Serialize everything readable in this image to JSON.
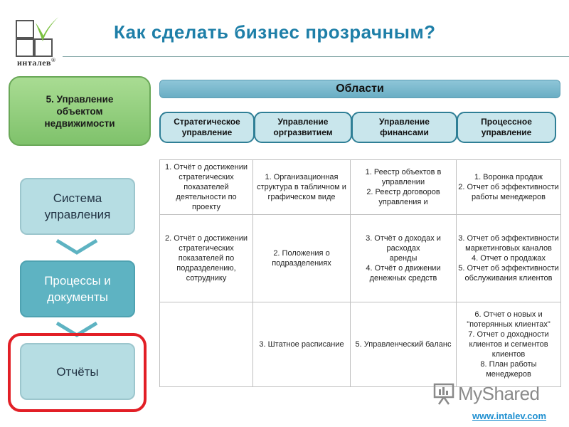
{
  "header": {
    "logo_text": "инталев",
    "registered": "®",
    "title": "Как сделать бизнес прозрачным?"
  },
  "left": {
    "focus": "5. Управление объектом недвижимости",
    "stages": [
      "Система управления",
      "Процессы и документы",
      "Отчёты"
    ]
  },
  "areas": {
    "title": "Области",
    "tabs": [
      "Стратегическое управление",
      "Управление оргразвитием",
      "Управление финансами",
      "Процессное управление"
    ]
  },
  "table": {
    "rows": [
      [
        [
          "1. Отчёт о достижении стратегических показателей деятельности по проекту"
        ],
        [
          "1. Организационная структура в табличном и графическом виде"
        ],
        [
          "1. Реестр объектов в управлении",
          "2. Реестр договоров управления и"
        ],
        [
          "1. Воронка продаж",
          "2. Отчет об эффективности работы менеджеров"
        ]
      ],
      [
        [
          "2.  Отчёт о достижении стратегических показателей по подразделению, сотруднику"
        ],
        [
          "2. Положения о подразделениях"
        ],
        [
          "3. Отчёт о доходах и расходах",
          "аренды",
          "4. Отчёт о движении денежных средств"
        ],
        [
          "3. Отчет об эффективности маркетинговых каналов",
          "4. Отчет о продажах",
          "5. Отчет об эффективности обслуживания клиентов"
        ]
      ],
      [
        [],
        [
          "3. Штатное расписание"
        ],
        [
          "5. Управленческий баланс"
        ],
        [
          "6. Отчет о новых и \"потерянных клиентах\"",
          "7. Отчет о доходности клиентов и сегментов клиентов",
          "8. План работы менеджеров"
        ]
      ]
    ]
  },
  "footer": {
    "watermark": "MyShared",
    "site": "www.intalev.com"
  },
  "colors": {
    "title": "#1e7fa8",
    "focus_green": "#8fcc78",
    "stage_light": "#b6dde3",
    "stage_dark": "#5eb3c2",
    "tab_border": "#2f7f96",
    "highlight": "#e21f26",
    "link": "#1e8fd0"
  },
  "icons": {
    "logo": "intalev-logo-icon",
    "chevron": "chevron-down-icon",
    "presentation": "presentation-board-icon"
  }
}
